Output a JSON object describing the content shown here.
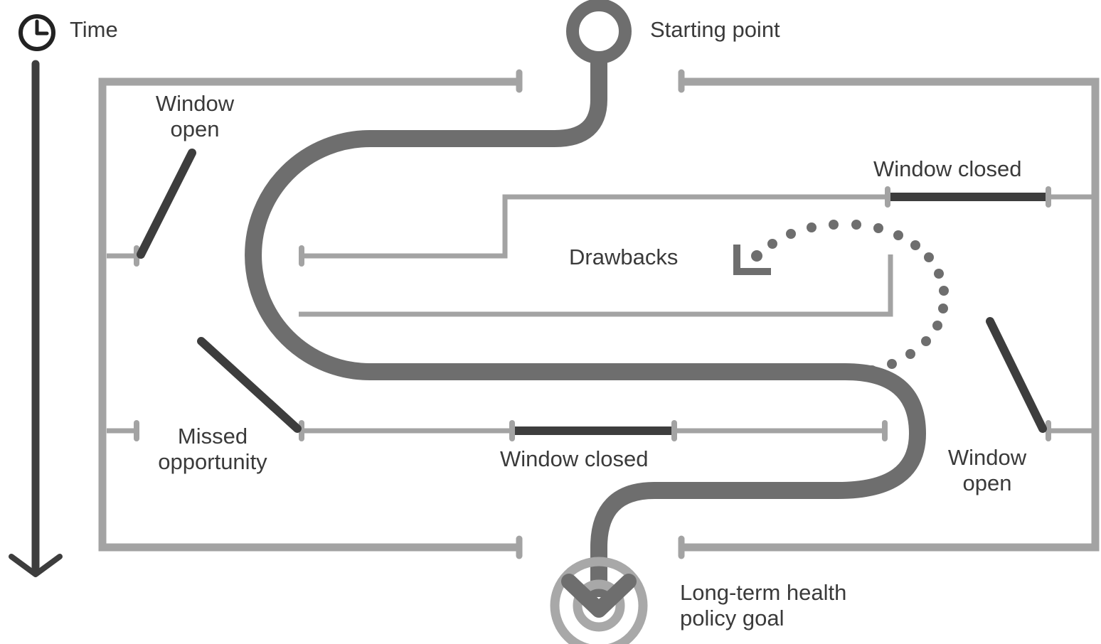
{
  "labels": {
    "time": "Time",
    "starting_point": "Starting point",
    "window_open_top": [
      "Window",
      "open"
    ],
    "window_closed_top": "Window closed",
    "drawbacks": "Drawbacks",
    "missed_opportunity": [
      "Missed",
      "opportunity"
    ],
    "window_closed_bottom": "Window closed",
    "window_open_right": [
      "Window",
      "open"
    ],
    "goal": [
      "Long-term health",
      "policy goal"
    ]
  },
  "colors": {
    "maze_wall": "#a3a3a3",
    "path": "#6e6e6e",
    "dark_bar": "#3d3d3d",
    "text": "#3a3a3a",
    "target_outer": "#a8a8a8"
  },
  "icons": {
    "time": "clock-icon",
    "start": "circle-start-icon",
    "goal": "target-icon",
    "drawbacks": "corner-arrow-icon"
  }
}
